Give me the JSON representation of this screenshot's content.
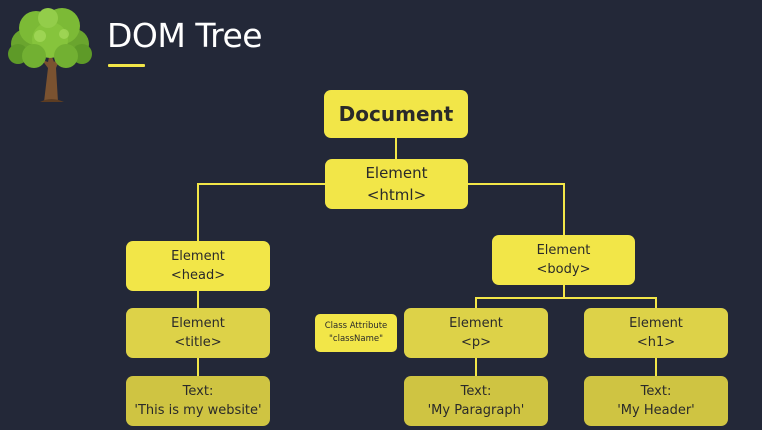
{
  "slide": {
    "title": "DOM Tree"
  },
  "colors": {
    "background": "#232838",
    "node": "#f2e648",
    "accent": "#f2e648"
  },
  "logo": {
    "icon": "tree-icon"
  },
  "tree": {
    "document": {
      "label": "Document"
    },
    "html": {
      "line1": "Element",
      "line2": "<html>"
    },
    "head": {
      "line1": "Element",
      "line2": "<head>"
    },
    "body": {
      "line1": "Element",
      "line2": "<body>"
    },
    "title": {
      "line1": "Element",
      "line2": "<title>"
    },
    "p": {
      "line1": "Element",
      "line2": "<p>"
    },
    "h1": {
      "line1": "Element",
      "line2": "<h1>"
    },
    "title_text": {
      "line1": "Text:",
      "line2": "'This is my website'"
    },
    "p_text": {
      "line1": "Text:",
      "line2": "'My Paragraph'"
    },
    "h1_text": {
      "line1": "Text:",
      "line2": "'My Header'"
    },
    "class_attribute": {
      "line1": "Class Attribute",
      "line2": "\"className\""
    }
  }
}
